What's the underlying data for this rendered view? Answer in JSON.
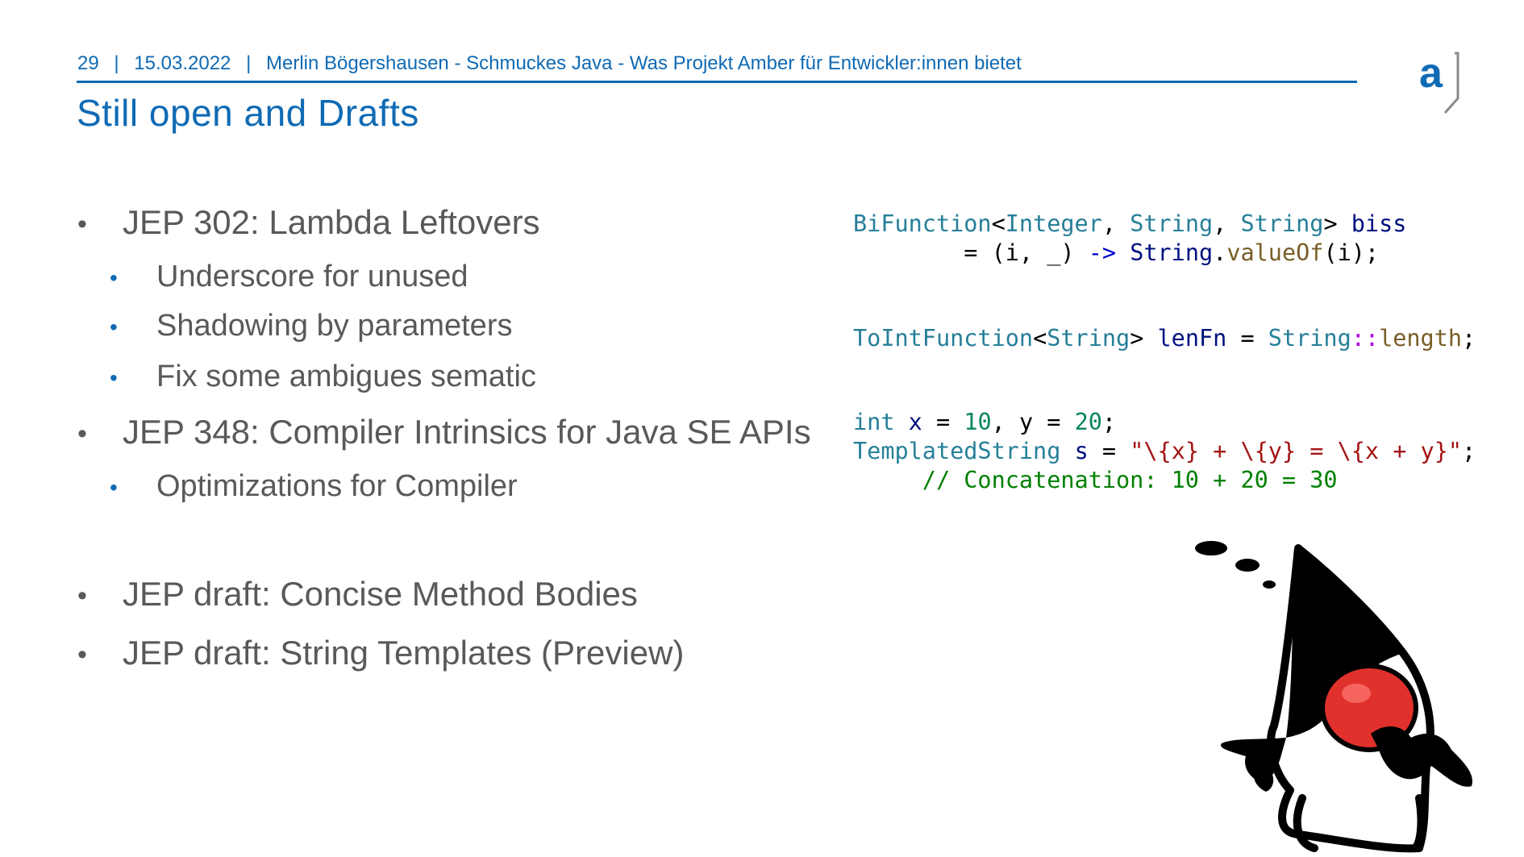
{
  "header": {
    "page_number": "29",
    "sep1": "|",
    "date": "15.03.2022",
    "sep2": "|",
    "talk": "Merlin Bögershausen - Schmuckes Java - Was Projekt Amber für Entwickler:innen bietet"
  },
  "logo": {
    "letter": "a"
  },
  "title": "Still open and Drafts",
  "bullets": {
    "b1": "JEP 302: Lambda Leftovers",
    "b1_1": "Underscore for unused",
    "b1_2": "Shadowing by parameters",
    "b1_3": "Fix some ambigues sematic",
    "b2": "JEP 348: Compiler Intrinsics for Java SE APIs",
    "b2_1": "Optimizations for Compiler",
    "b3": "JEP draft: Concise Method Bodies",
    "b4": "JEP draft: String Templates (Preview)"
  },
  "code": {
    "l1": {
      "t1": "BiFunction",
      "p1": "<",
      "t2": "Integer",
      "p2": ", ",
      "t3": "String",
      "p3": ", ",
      "t4": "String",
      "p4": "> ",
      "v": "biss"
    },
    "l2": {
      "indent": "        = (i, _) ",
      "arrow": "->",
      "sp": " ",
      "t": "String",
      "dot": ".",
      "fn": "valueOf",
      "rest": "(i);"
    },
    "l3": {
      "t1": "ToIntFunction",
      "p1": "<",
      "t2": "String",
      "p2": "> ",
      "v": "lenFn",
      "eq": " = ",
      "t3": "String",
      "op": "::",
      "fn": "length",
      "end": ";"
    },
    "l4": {
      "kw": "int",
      "sp": " ",
      "x": "x",
      "a": " = ",
      "n1": "10",
      "b": ", y = ",
      "n2": "20",
      "end": ";"
    },
    "l5": {
      "t": "TemplatedString",
      "sp": " ",
      "v": "s",
      "eq": " = ",
      "str": "\"\\{x} + \\{y} = \\{x + y}\"",
      "end": ";"
    },
    "l6": {
      "indent": "     ",
      "cm": "// Concatenation: 10 + 20 = 30"
    }
  },
  "colors": {
    "brand_blue": "#0f6ab4",
    "bullet_text": "#595959",
    "code_type": "#267f99",
    "code_string": "#a31515",
    "code_comment": "#008000"
  },
  "illustration": "duke-mascot"
}
